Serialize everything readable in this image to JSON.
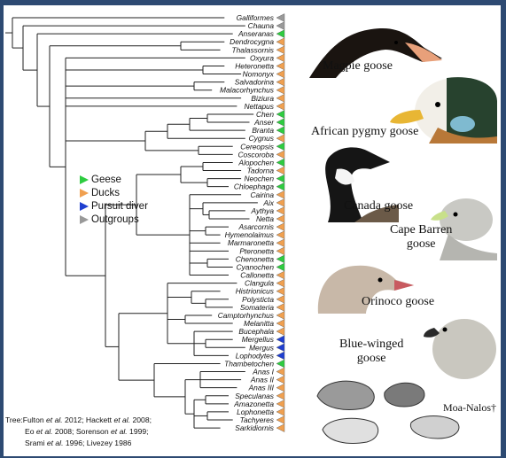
{
  "colors": {
    "Goose": "#2ecc40",
    "Duck": "#f0a050",
    "Pursuit diver": "#1f3fd0",
    "Outgroup": "#999999",
    "frame": "#2d4a72"
  },
  "legend": [
    {
      "label": "Geese",
      "color": "#2ecc40",
      "icon": "green-triangle"
    },
    {
      "label": "Ducks",
      "color": "#f0a050",
      "icon": "orange-triangle"
    },
    {
      "label": "Pursuit diver",
      "color": "#1f3fd0",
      "icon": "blue-triangle"
    },
    {
      "label": "Outgroups",
      "color": "#999999",
      "icon": "gray-triangle"
    }
  ],
  "taxa": [
    {
      "name": "Galliformes",
      "type": "Outgroup"
    },
    {
      "name": "Chauna",
      "type": "Outgroup"
    },
    {
      "name": "Anseranas",
      "type": "Goose"
    },
    {
      "name": "Dendrocygna",
      "type": "Duck"
    },
    {
      "name": "Thalassornis",
      "type": "Duck"
    },
    {
      "name": "Oxyura",
      "type": "Duck"
    },
    {
      "name": "Heteronetta",
      "type": "Duck"
    },
    {
      "name": "Nomonyx",
      "type": "Duck"
    },
    {
      "name": "Salvadorina",
      "type": "Duck"
    },
    {
      "name": "Malacorhynchus",
      "type": "Duck"
    },
    {
      "name": "Biziura",
      "type": "Duck"
    },
    {
      "name": "Nettapus",
      "type": "Duck"
    },
    {
      "name": "Chen",
      "type": "Goose"
    },
    {
      "name": "Anser",
      "type": "Goose"
    },
    {
      "name": "Branta",
      "type": "Goose"
    },
    {
      "name": "Cygnus",
      "type": "Duck"
    },
    {
      "name": "Cereopsis",
      "type": "Goose"
    },
    {
      "name": "Coscoroba",
      "type": "Duck"
    },
    {
      "name": "Alopochen",
      "type": "Goose"
    },
    {
      "name": "Tadorna",
      "type": "Duck"
    },
    {
      "name": "Neochen",
      "type": "Goose"
    },
    {
      "name": "Chloephaga",
      "type": "Goose"
    },
    {
      "name": "Cairina",
      "type": "Duck"
    },
    {
      "name": "Aix",
      "type": "Duck"
    },
    {
      "name": "Aythya",
      "type": "Duck"
    },
    {
      "name": "Netta",
      "type": "Duck"
    },
    {
      "name": "Asarcornis",
      "type": "Duck"
    },
    {
      "name": "Hymenolaimus",
      "type": "Duck"
    },
    {
      "name": "Marmaronetta",
      "type": "Duck"
    },
    {
      "name": "Pteronetta",
      "type": "Duck"
    },
    {
      "name": "Chenonetta",
      "type": "Goose"
    },
    {
      "name": "Cyanochen",
      "type": "Goose"
    },
    {
      "name": "Callonetta",
      "type": "Duck"
    },
    {
      "name": "Clangula",
      "type": "Duck"
    },
    {
      "name": "Histrionicus",
      "type": "Duck"
    },
    {
      "name": "Polysticta",
      "type": "Duck"
    },
    {
      "name": "Somateria",
      "type": "Duck"
    },
    {
      "name": "Camptorhynchus",
      "type": "Duck"
    },
    {
      "name": "Melanitta",
      "type": "Duck"
    },
    {
      "name": "Bucephala",
      "type": "Duck"
    },
    {
      "name": "Mergellus",
      "type": "Pursuit diver"
    },
    {
      "name": "Mergus",
      "type": "Pursuit diver"
    },
    {
      "name": "Lophodytes",
      "type": "Pursuit diver"
    },
    {
      "name": "Thambetochen",
      "type": "Goose"
    },
    {
      "name": "Anas I",
      "type": "Duck"
    },
    {
      "name": "Anas II",
      "type": "Duck"
    },
    {
      "name": "Anas III",
      "type": "Duck"
    },
    {
      "name": "Speculanas",
      "type": "Duck"
    },
    {
      "name": "Amazonetta",
      "type": "Duck"
    },
    {
      "name": "Lophonetta",
      "type": "Duck"
    },
    {
      "name": "Tachyeres",
      "type": "Duck"
    },
    {
      "name": "Sarkidiornis",
      "type": "Duck"
    }
  ],
  "photos": [
    {
      "label": "Magpie goose"
    },
    {
      "label": "African pygmy goose"
    },
    {
      "label": "Canada goose"
    },
    {
      "label": "Cape Barren goose"
    },
    {
      "label": "Orinoco goose"
    },
    {
      "label": "Blue-winged goose"
    },
    {
      "label": "Moa-Nalos†"
    }
  ],
  "citation": [
    "Tree:Fulton et al. 2012; Hackett et al. 2008;",
    "Eo et al. 2008; Sorenson et al. 1999;",
    "Srami et al. 1996; Livezey 1986"
  ]
}
